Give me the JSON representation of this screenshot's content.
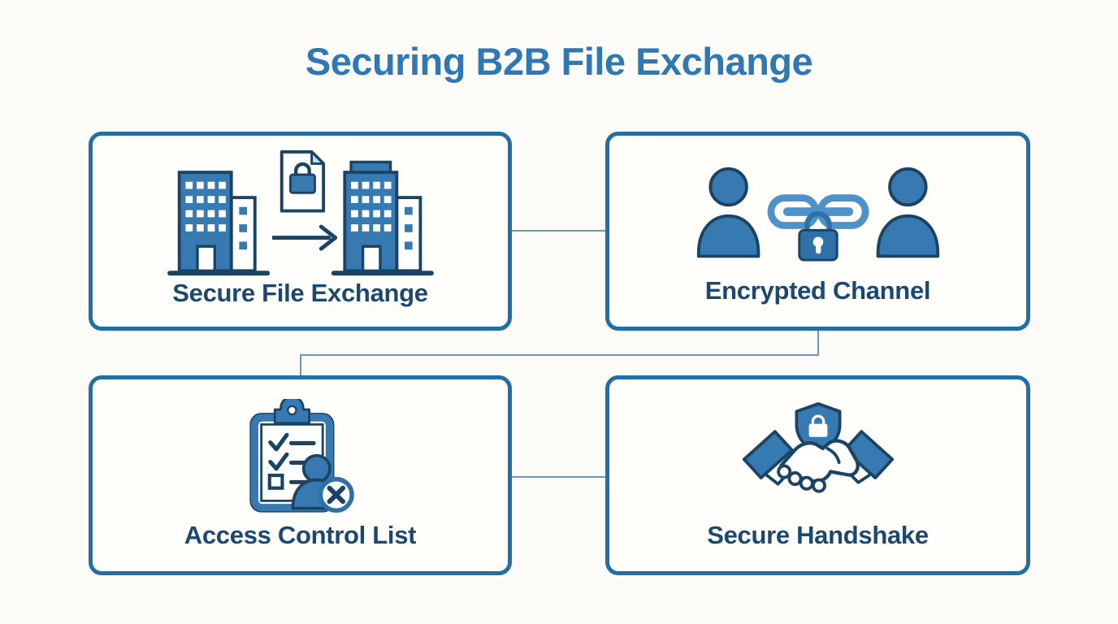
{
  "title": "Securing B2B File Exchange",
  "cards": [
    {
      "label": "Secure File Exchange",
      "icon": "buildings-file-transfer-icon"
    },
    {
      "label": "Encrypted Channel",
      "icon": "users-chain-lock-icon"
    },
    {
      "label": "Access Control List",
      "icon": "clipboard-checklist-user-deny-icon"
    },
    {
      "label": "Secure Handshake",
      "icon": "handshake-shield-lock-icon"
    }
  ],
  "connections": [
    {
      "from": "Secure File Exchange",
      "to": "Encrypted Channel"
    },
    {
      "from": "Encrypted Channel",
      "to": "Access Control List"
    },
    {
      "from": "Access Control List",
      "to": "Secure Handshake"
    }
  ],
  "colors": {
    "title_text": "#2d78b5",
    "label_text": "#1a486e",
    "card_border": "#2270a3",
    "icon_fill_blue": "#3779b1",
    "icon_outline_navy": "#1b4464",
    "chain_light_blue": "#4d92c8",
    "padlock_blue": "#2f71a6",
    "connector_line": "#6b97b8",
    "background": "#fcfbf8"
  }
}
